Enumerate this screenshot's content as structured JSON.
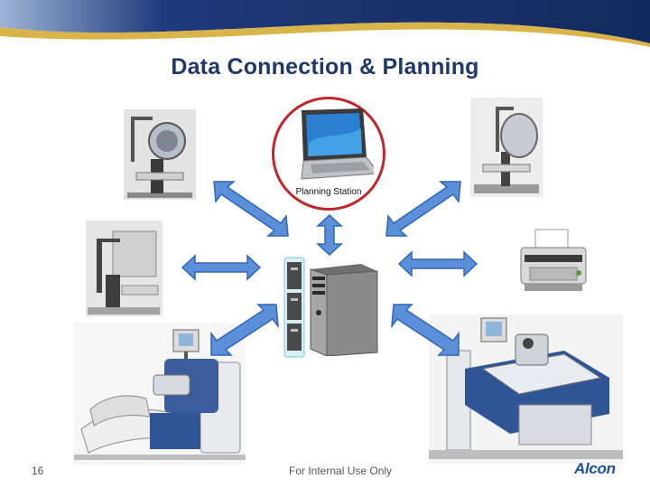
{
  "slide": {
    "title": "Data Connection & Planning",
    "page_number": "16",
    "footer_text": "For Internal Use Only",
    "logo_text": "Alcon"
  },
  "center": {
    "planning_label": "Planning Station",
    "laptop_icon": "laptop-icon",
    "server_icon": "server-tower-icon",
    "drives_icon": "storage-drives-icon"
  },
  "devices": [
    {
      "name": "diagnostic-device-top-left",
      "icon": "wavefront-aberrometer-icon"
    },
    {
      "name": "diagnostic-device-top-right",
      "icon": "topographer-icon"
    },
    {
      "name": "diagnostic-device-mid-left",
      "icon": "biometer-icon"
    },
    {
      "name": "printer",
      "icon": "printer-icon"
    },
    {
      "name": "excimer-laser-bottom-left",
      "icon": "excimer-laser-icon"
    },
    {
      "name": "femtosecond-laser-bottom-right",
      "icon": "femtosecond-laser-icon"
    }
  ],
  "colors": {
    "title": "#1f3868",
    "banner_navy": "#1f3a7a",
    "banner_gold": "#d8b44a",
    "arrow_blue": "#5b8fd8",
    "planning_ring": "#c0272d",
    "logo": "#1f4e99"
  }
}
